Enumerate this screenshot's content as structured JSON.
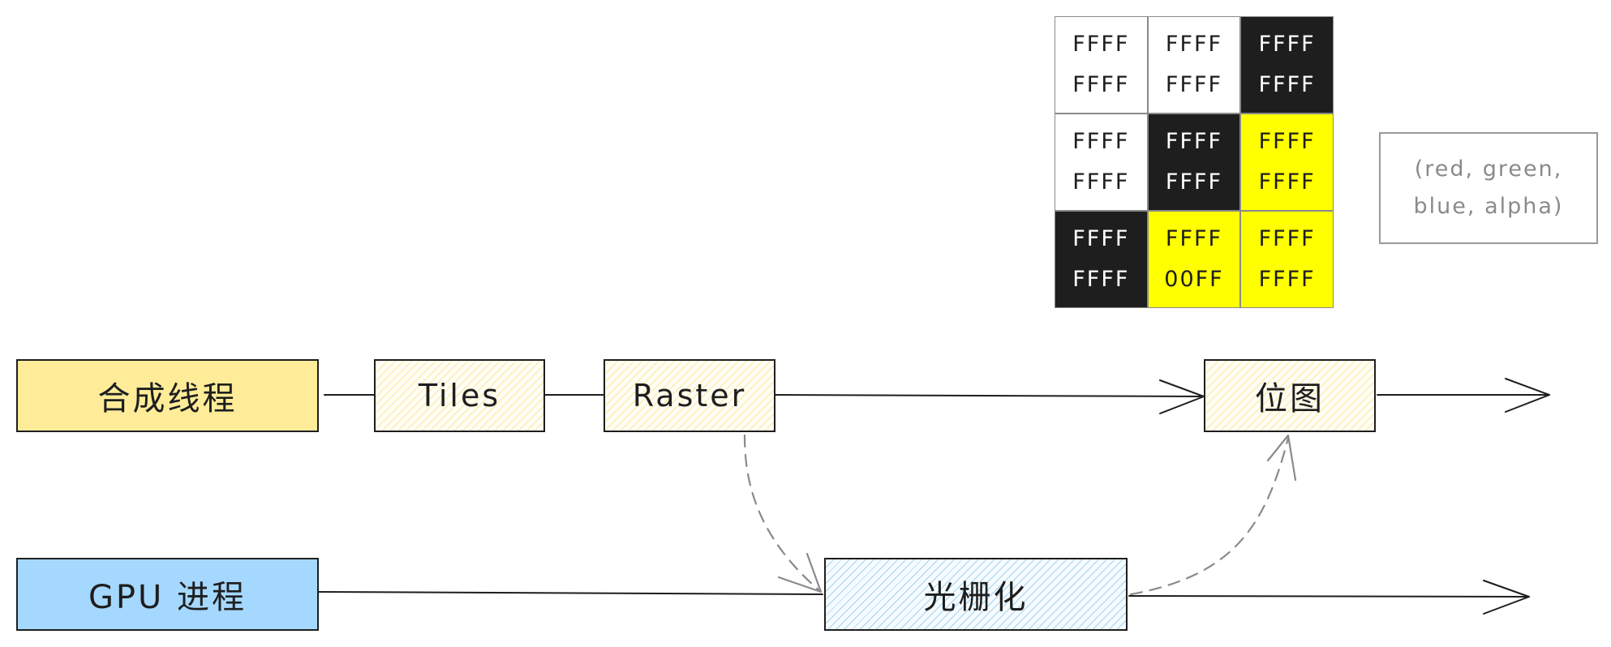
{
  "colors": {
    "stroke": "#1e1e1e",
    "dashed_arrow": "#8a8a8a",
    "composite_thread_fill": "#ffec99",
    "gpu_process_fill": "#a5d8ff",
    "black": "#1e1e1e",
    "yellow": "#ffff00",
    "white": "#ffffff",
    "note_stroke": "#9a9a9a"
  },
  "nodes": {
    "composite_thread": "合成线程",
    "tiles": "Tiles",
    "raster": "Raster",
    "bitmap": "位图",
    "gpu_process": "GPU 进程",
    "rasterization": "光栅化"
  },
  "pixel_grid": {
    "cells": [
      {
        "top": "FFFF",
        "bottom": "FFFF",
        "fill": "white"
      },
      {
        "top": "FFFF",
        "bottom": "FFFF",
        "fill": "white"
      },
      {
        "top": "FFFF",
        "bottom": "FFFF",
        "fill": "black"
      },
      {
        "top": "FFFF",
        "bottom": "FFFF",
        "fill": "white"
      },
      {
        "top": "FFFF",
        "bottom": "FFFF",
        "fill": "black"
      },
      {
        "top": "FFFF",
        "bottom": "FFFF",
        "fill": "yellow"
      },
      {
        "top": "FFFF",
        "bottom": "FFFF",
        "fill": "black"
      },
      {
        "top": "FFFF",
        "bottom": "00FF",
        "fill": "yellow"
      },
      {
        "top": "FFFF",
        "bottom": "FFFF",
        "fill": "yellow"
      }
    ]
  },
  "note": {
    "line1": "(red, green,",
    "line2": "blue, alpha)"
  }
}
